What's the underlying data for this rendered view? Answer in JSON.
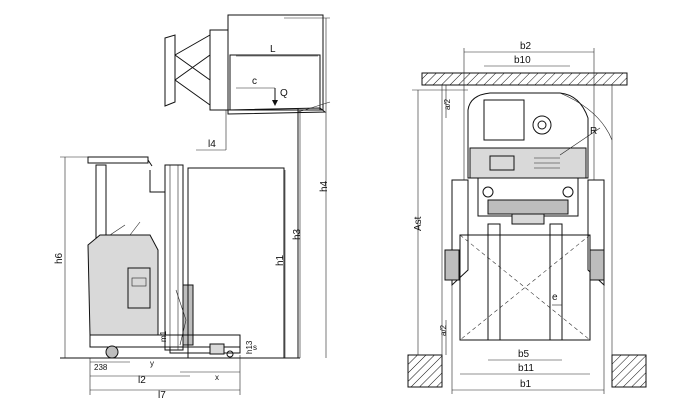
{
  "side_view": {
    "L": "L",
    "c": "c",
    "Q": "Q",
    "l4": "l4",
    "h4": "h4",
    "h3": "h3",
    "h1": "h1",
    "h6": "h6",
    "m1": "m1",
    "h13": "h13",
    "s": "s",
    "y": "y",
    "x": "x",
    "dim_238": "238",
    "l2": "l2",
    "l7": "l7"
  },
  "front_view": {
    "b2": "b2",
    "b10": "b10",
    "a2_top": "a/2",
    "R": "R",
    "Ast": "Ast",
    "e": "e",
    "a2_bottom": "a/2",
    "b5": "b5",
    "b11": "b11",
    "b1": "b1"
  }
}
